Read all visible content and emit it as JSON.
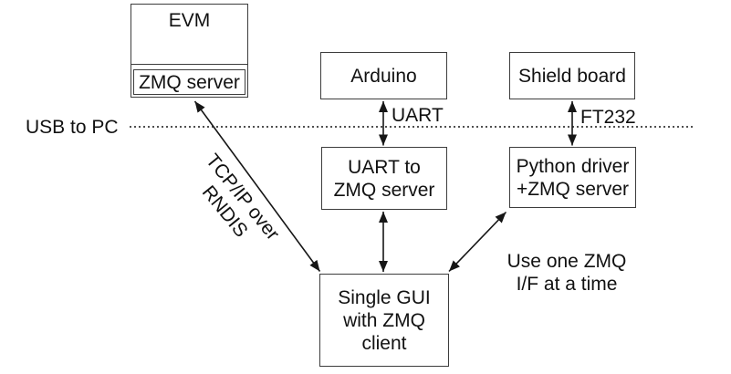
{
  "nodes": {
    "evm": {
      "label": "EVM",
      "sub": "ZMQ server"
    },
    "arduino": {
      "label": "Arduino"
    },
    "shield": {
      "label": "Shield board"
    },
    "uart_zmq": {
      "label": "UART to\nZMQ server"
    },
    "python": {
      "label": "Python driver\n+ZMQ server"
    },
    "gui": {
      "label": "Single GUI\nwith ZMQ\nclient"
    }
  },
  "labels": {
    "usb_to_pc": "USB to PC",
    "uart": "UART",
    "ft232": "FT232",
    "tcpip_rndis": "TCP/IP over\nRNDIS",
    "use_one_zmq": "Use one ZMQ\nI/F at a time"
  },
  "colors": {
    "background": "#ffffff",
    "box_border": "#3d3d3d",
    "line": "#161616",
    "text": "#111111"
  }
}
